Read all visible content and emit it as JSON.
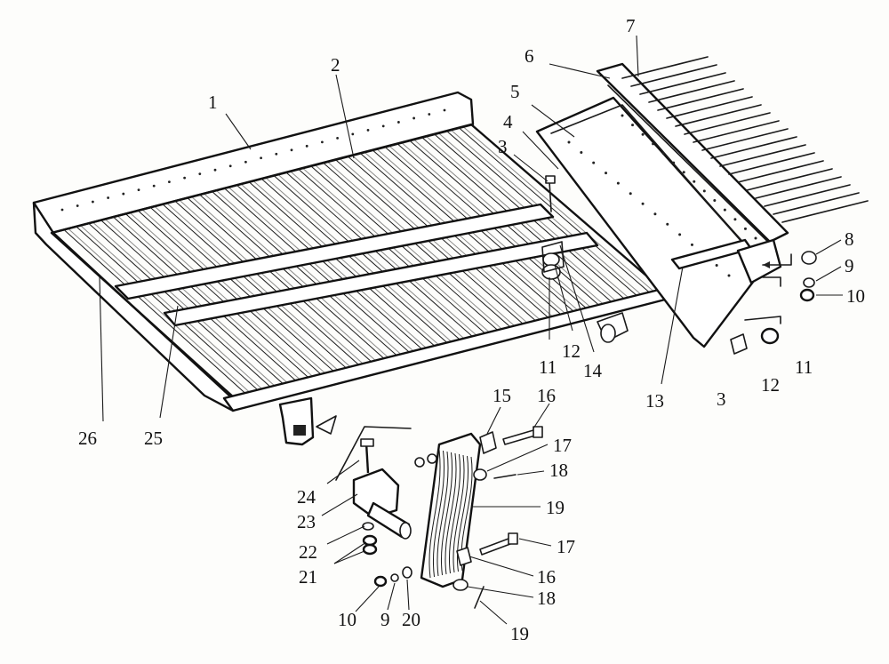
{
  "callouts": {
    "p1": "1",
    "p2": "2",
    "p3a": "3",
    "p4": "4",
    "p5": "5",
    "p6": "6",
    "p7": "7",
    "p8": "8",
    "p9a": "9",
    "p10a": "10",
    "p11a": "11",
    "p12a": "12",
    "p14": "14",
    "p13": "13",
    "p3b": "3",
    "p12b": "12",
    "p11b": "11",
    "p15": "15",
    "p16a": "16",
    "p17a": "17",
    "p18a": "18",
    "p19a": "19",
    "p17b": "17",
    "p16b": "16",
    "p18b": "18",
    "p19b": "19",
    "p26": "26",
    "p25": "25",
    "p24": "24",
    "p23": "23",
    "p22": "22",
    "p21": "21",
    "p10b": "10",
    "p9b": "9",
    "p20": "20"
  }
}
